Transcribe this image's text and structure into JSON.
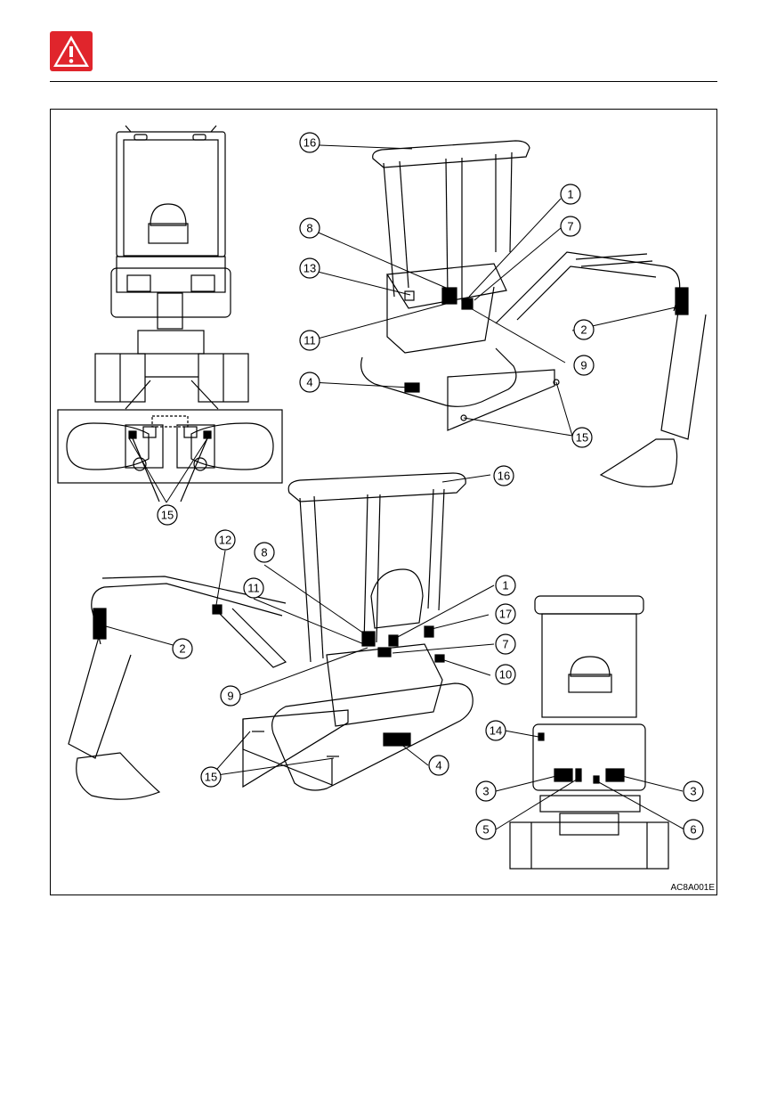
{
  "figure": {
    "code": "AC8A001E",
    "callouts": {
      "c1a": "1",
      "c7a": "7",
      "c8a": "8",
      "c13": "13",
      "c11a": "11",
      "c2a": "2",
      "c9a": "9",
      "c4a": "4",
      "c15a": "15",
      "c16a": "16",
      "c15b": "15",
      "c12": "12",
      "c8b": "8",
      "c11b": "11",
      "c2b": "2",
      "c9b": "9",
      "c15c": "15",
      "c4b": "4",
      "c1b": "1",
      "c17": "17",
      "c7b": "7",
      "c10": "10",
      "c16b": "16",
      "c14": "14",
      "c3a": "3",
      "c3b": "3",
      "c5": "5",
      "c6": "6"
    }
  },
  "colors": {
    "warning_red": "#e0252c",
    "line": "#000000"
  }
}
